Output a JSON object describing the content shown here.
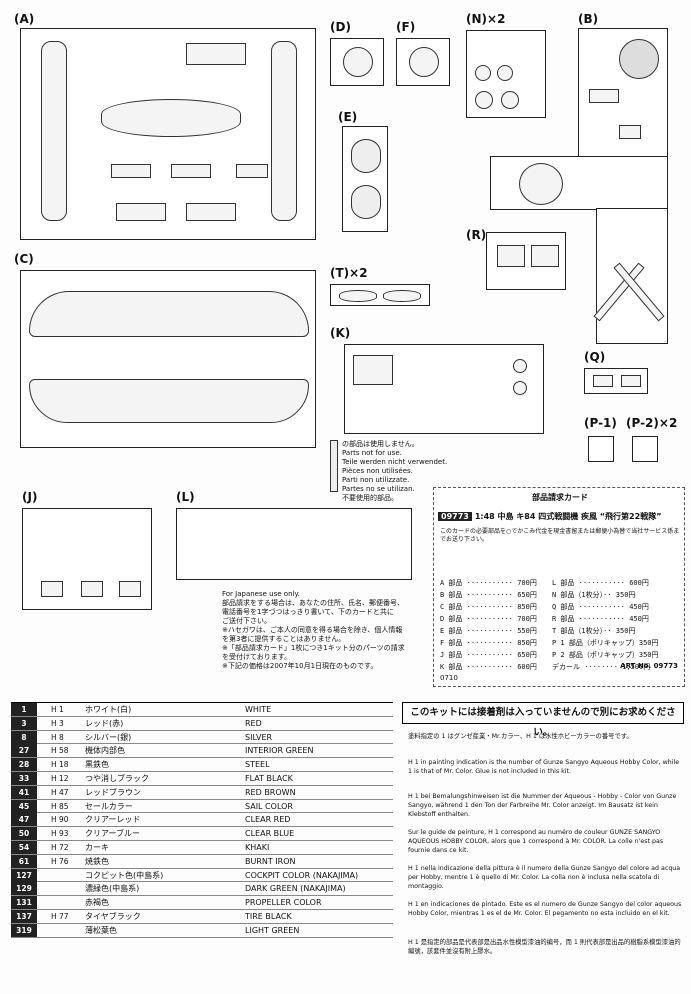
{
  "sprues": {
    "A": "A",
    "B": "B",
    "C": "C",
    "D": "D",
    "E": "E",
    "F": "F",
    "N": "N",
    "N_mult": "×2",
    "R": "R",
    "T": "T",
    "T_mult": "×2",
    "K": "K",
    "Q": "Q",
    "P1": "P-1",
    "P2": "P-2",
    "P2_mult": "×2",
    "J": "J",
    "L": "L"
  },
  "unused_notice": {
    "lines": [
      "の部品は使用しません。",
      "Parts not for use.",
      "Teile werden nicht verwendet.",
      "Pièces non utilisées.",
      "Parti non utilizzate.",
      "Partes no se utilizan.",
      "不要使用的部品。"
    ]
  },
  "japan_notice": {
    "title": "For Japanese use only.",
    "lines": [
      "部品請求をする場合は、あなたの住所、氏名、郵便番号、",
      "電話番号を1字づつはっきり書いて、下のカードと共に",
      "ご送付下さい。",
      "※ハセガワは、ご本人の同意を得る場合を除き、個人情報",
      "を第3者に提供することはありません。",
      "※「部品請求カード」1枚につき1キット分のパーツの請求",
      "を受付けております。",
      "※下記の価格は2007年10月1日現在のものです。"
    ]
  },
  "order_card": {
    "title": "部品請求カード",
    "code": "09773",
    "product": "1:48 中島 キ84 四式戦闘機 疾風 “飛行第22戦隊”",
    "text": "このカードの必要部品を○でかこみ代金を現金書留または郵便小為替で当社サービス係までお送り下さい。",
    "prices_left": [
      "A 部品 ··········· 700円",
      "B 部品 ··········· 650円",
      "C 部品 ··········· 850円",
      "D 部品 ··········· 700円",
      "E 部品 ··········· 550円",
      "F 部品 ··········· 850円",
      "J 部品 ··········· 650円",
      "K 部品 ··········· 600円"
    ],
    "prices_right": [
      "L 部品 ··········· 600円",
      "N 部品（1枚分）·· 350円",
      "Q 部品 ··········· 450円",
      "R 部品 ··········· 450円",
      "T 部品（1枚分）·· 350円",
      "P 1 部品（ポリキャップ）350円",
      "P 2 部品（ポリキャップ）350円",
      "デカール ········ 1,500円"
    ],
    "footer_left": "0710",
    "footer_right": "ART No. 09773"
  },
  "colors": [
    {
      "num": "1",
      "h": "H 1",
      "jp": "ホワイト(白)",
      "en": "WHITE"
    },
    {
      "num": "3",
      "h": "H 3",
      "jp": "レッド(赤)",
      "en": "RED"
    },
    {
      "num": "8",
      "h": "H 8",
      "jp": "シルバー(銀)",
      "en": "SILVER"
    },
    {
      "num": "27",
      "h": "H 58",
      "jp": "機体内部色",
      "en": "INTERIOR GREEN"
    },
    {
      "num": "28",
      "h": "H 18",
      "jp": "黒鉄色",
      "en": "STEEL"
    },
    {
      "num": "33",
      "h": "H 12",
      "jp": "つや消しブラック",
      "en": "FLAT BLACK"
    },
    {
      "num": "41",
      "h": "H 47",
      "jp": "レッドブラウン",
      "en": "RED BROWN"
    },
    {
      "num": "45",
      "h": "H 85",
      "jp": "セールカラー",
      "en": "SAIL COLOR"
    },
    {
      "num": "47",
      "h": "H 90",
      "jp": "クリアーレッド",
      "en": "CLEAR RED"
    },
    {
      "num": "50",
      "h": "H 93",
      "jp": "クリアーブルー",
      "en": "CLEAR BLUE"
    },
    {
      "num": "54",
      "h": "H 72",
      "jp": "カーキ",
      "en": "KHAKI"
    },
    {
      "num": "61",
      "h": "H 76",
      "jp": "焼鉄色",
      "en": "BURNT IRON"
    },
    {
      "num": "127",
      "h": "",
      "jp": "コクピット色(中島系)",
      "en": "COCKPIT COLOR (NAKAJIMA)"
    },
    {
      "num": "129",
      "h": "",
      "jp": "濃緑色(中島系)",
      "en": "DARK GREEN (NAKAJIMA)"
    },
    {
      "num": "131",
      "h": "",
      "jp": "赤褐色",
      "en": "PROPELLER COLOR"
    },
    {
      "num": "137",
      "h": "H 77",
      "jp": "タイヤブラック",
      "en": "TIRE BLACK"
    },
    {
      "num": "319",
      "h": "",
      "jp": "薄松葉色",
      "en": "LIGHT GREEN"
    }
  ],
  "info": {
    "header": "このキットには接着剤は入っていませんので別にお求めください。",
    "paras": [
      "塗料指定の 1 はグンゼ産業・Mr.カラー、H 1 は水性ホビーカラーの番号です。",
      "H 1 in painting indication is the number of Gunze Sangyo Aqueous Hobby Color, while 1 is that of Mr. Color. Glue is not included in this kit.",
      "H 1 bei Bemalungshinweisen ist die Nummer der Aqueous - Hobby - Color von Gunze Sangyo, während 1 den Ton der Farbreihe Mr. Color anzeigt. Im Bausatz ist kein Klebstoff enthalten.",
      "Sur le guide de peinture, H 1 correspond au numéro de couleur GUNZE SANGYO AQUEOUS HOBBY COLOR, alors que 1 correspond à Mr. COLOR. La colle n'est pas fournie dans ce kit.",
      "H 1 nella indicazione della pittura è il numero della Gunze Sangyo del colore ad acqua per Hobby, mentre 1 è quello di Mr. Color. La colla non è inclusa nella scatola di montaggio.",
      "H 1 en indicaciones de pintado. Este es el numero de Gunze Sangyo del color aqueous Hobby Color, mientras 1 es el de Mr. Color. El pegamento no esta incluido en el kit.",
      "H 1 是指定的部品是代表部是出品水性模型漆油的编号，而 1 則代表部是出品的樹脂系模型漆油的編號，該套件並沒有附上膠水。"
    ]
  }
}
